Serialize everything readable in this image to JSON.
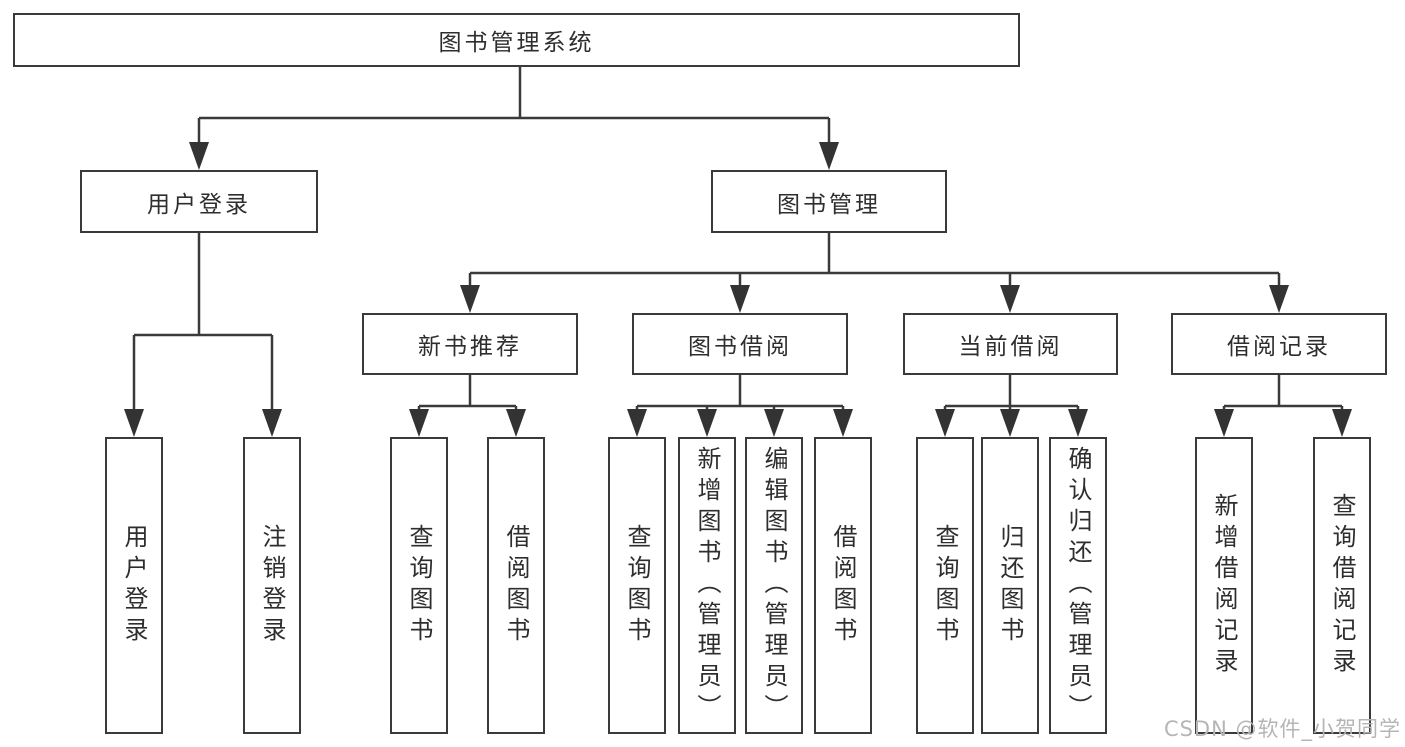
{
  "diagram": {
    "type": "hierarchy-diagram",
    "tree": {
      "root": {
        "label": "图书管理系统",
        "children": [
          {
            "label": "用户登录",
            "children": [
              {
                "label": "用户登录"
              },
              {
                "label": "注销登录"
              }
            ]
          },
          {
            "label": "图书管理",
            "children": [
              {
                "label": "新书推荐",
                "children": [
                  {
                    "label": "查询图书"
                  },
                  {
                    "label": "借阅图书"
                  }
                ]
              },
              {
                "label": "图书借阅",
                "children": [
                  {
                    "label": "查询图书"
                  },
                  {
                    "label": "新增图书（管理员）"
                  },
                  {
                    "label": "编辑图书（管理员）"
                  },
                  {
                    "label": "借阅图书"
                  }
                ]
              },
              {
                "label": "当前借阅",
                "children": [
                  {
                    "label": "查询图书"
                  },
                  {
                    "label": "归还图书"
                  },
                  {
                    "label": "确认归还（管理员）"
                  }
                ]
              },
              {
                "label": "借阅记录",
                "children": [
                  {
                    "label": "新增借阅记录"
                  },
                  {
                    "label": "查询借阅记录"
                  }
                ]
              }
            ]
          }
        ]
      }
    },
    "colors": {
      "line": "#3a3a3a",
      "text": "#2e2e2e",
      "box_background": "#ffffff",
      "page_background": "#ffffff",
      "watermark": "#b5b5b5"
    }
  },
  "watermark": {
    "text": "CSDN @软件_小贺同学"
  }
}
